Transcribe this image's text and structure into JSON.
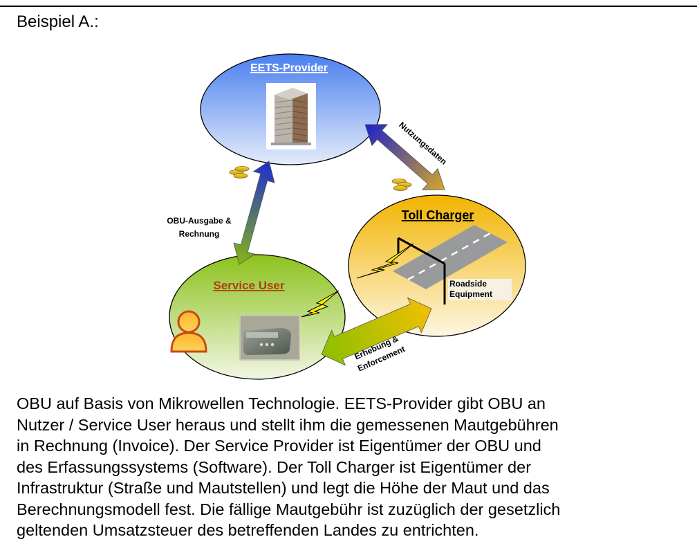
{
  "heading": "Beispiel A.:",
  "diagram": {
    "eets_provider": "EETS-Provider",
    "toll_charger": "Toll Charger",
    "service_user": "Service User",
    "roadside_line1": "Roadside",
    "roadside_line2": "Equipment",
    "nutzungsdaten": "Nutzungsdaten",
    "obu_line1": "OBU-Ausgabe &",
    "obu_line2": "Rechnung",
    "erhebung_line1": "Erhebung &",
    "erhebung_line2": "Enforcement"
  },
  "paragraph_lines": [
    "OBU auf Basis von Mikrowellen Technologie. EETS-Provider gibt OBU an",
    "Nutzer / Service User heraus und stellt ihm die gemessenen Mautgebühren",
    "in Rechnung (Invoice). Der Service Provider ist Eigentümer der OBU und",
    "des Erfassungssystems (Software). Der Toll Charger ist Eigentümer der",
    "Infrastruktur (Straße und Mautstellen) und legt die Höhe der Maut und das",
    "Berechnungsmodell fest. Die fällige Mautgebühr ist zuzüglich der gesetzlich",
    "geltenden Umsatzsteuer des betreffenden Landes zu entrichten."
  ]
}
